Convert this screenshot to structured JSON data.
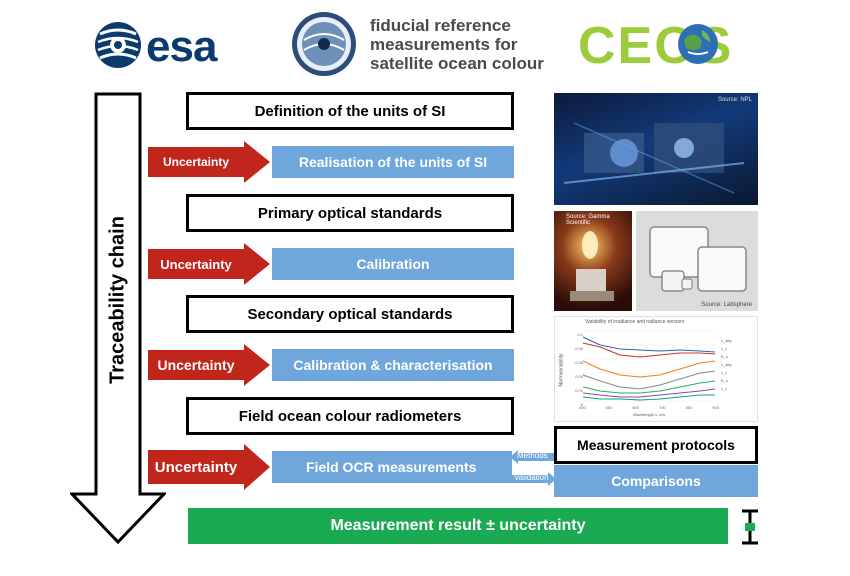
{
  "header": {
    "esa_logo_text": "esa",
    "frm_lines": [
      "fiducial reference",
      "measurements for",
      "satellite ocean colour"
    ],
    "ceos_logo_text": "CEOS"
  },
  "chain": {
    "label": "Traceability chain",
    "steps": [
      {
        "box": "Definition of the units of SI"
      },
      {
        "uncertainty": "Uncertainty",
        "box": "Realisation of the units of SI"
      },
      {
        "box": "Primary optical standards"
      },
      {
        "uncertainty": "Uncertainty",
        "box": "Calibration"
      },
      {
        "box": "Secondary optical standards"
      },
      {
        "uncertainty": "Uncertainty",
        "box": "Calibration & characterisation"
      },
      {
        "box": "Field ocean colour radiometers"
      },
      {
        "uncertainty": "Uncertainty",
        "box": "Field OCR measurements"
      }
    ],
    "result": "Measurement result ± uncertainty"
  },
  "side": {
    "methods": "Methods",
    "validation": "Validation",
    "protocols": "Measurement protocols",
    "comparisons": "Comparisons"
  },
  "images": {
    "npl_source": "Source: NPL",
    "gamma_source": "Source: Gamma Scientific",
    "labsphere_source": "Source: Labsphere",
    "plot_title": "Variability of irradiance and radiance sensors",
    "plot_xlabel": "Wavelength λ, nm",
    "plot_ylabel": "Normvariability",
    "plot_xticks": [
      "400",
      "500",
      "600",
      "700",
      "800",
      "900"
    ],
    "plot_yticks": [
      "0.1",
      "0.08",
      "0.06",
      "0.04",
      "0.02",
      "0"
    ],
    "plot_legend": [
      "L_sky",
      "L_t",
      "E_s",
      "L_sky",
      "L_t",
      "E_s",
      "L_t"
    ]
  },
  "colors": {
    "red": "#c0261c",
    "blue": "#6fa7dc",
    "green": "#1aaa52",
    "esa_blue": "#0a3b6c",
    "ceos_green": "#9ccc3c"
  }
}
